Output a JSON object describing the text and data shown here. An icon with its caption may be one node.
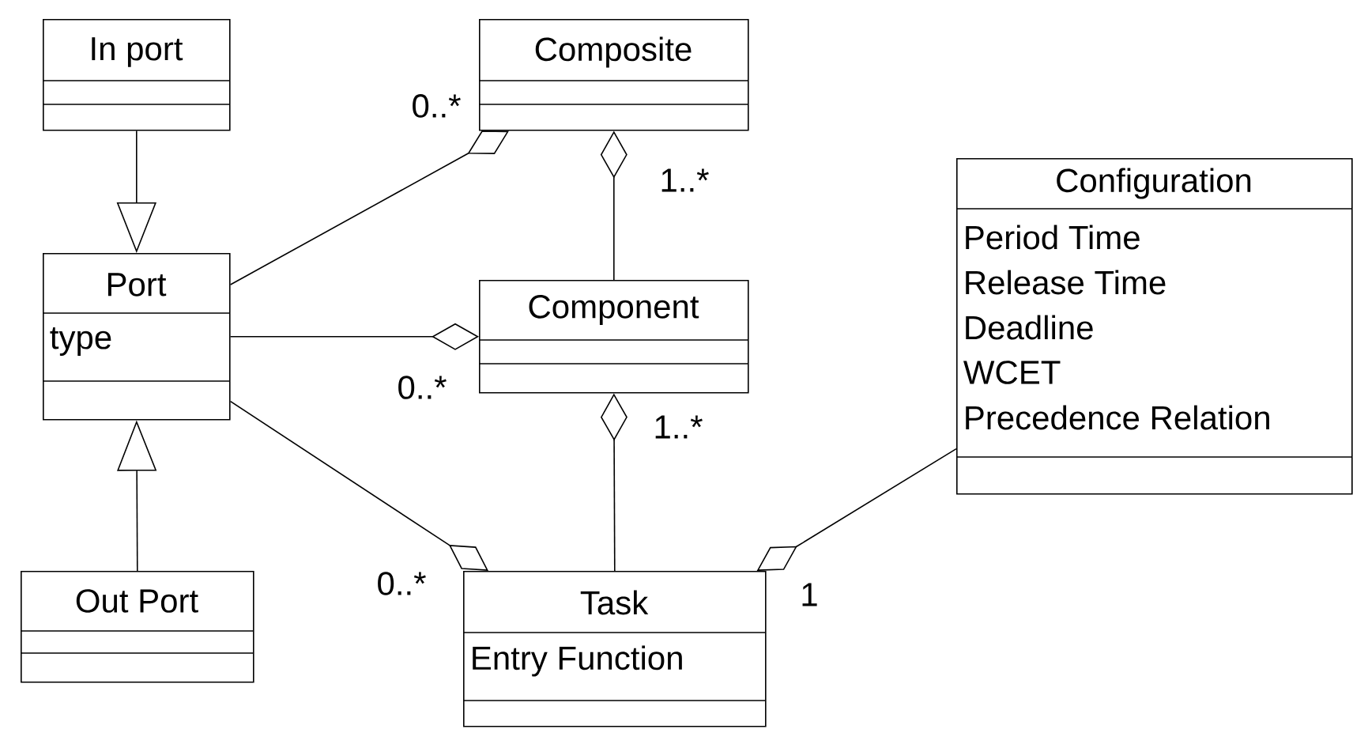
{
  "diagram": {
    "nodes": [
      {
        "text": [
          "In port"
        ]
      },
      {
        "text": [
          "Composite"
        ]
      },
      {
        "text": [
          "Configuration",
          "Period Time",
          "Release Time",
          "Deadline",
          "WCET",
          "Precedence Relation"
        ]
      },
      {
        "text": [
          "Port",
          "type"
        ]
      },
      {
        "text": [
          "Component"
        ]
      },
      {
        "text": [
          "Out Port"
        ]
      },
      {
        "text": [
          "Task",
          "Entry Function"
        ]
      }
    ],
    "edges": [
      {
        "from": 5,
        "to": 3,
        "arrow": "to"
      },
      {
        "from": 0,
        "to": 3,
        "arrow": "to"
      },
      {
        "from": 3,
        "to": 1,
        "arrow": "other",
        "label": "0..*"
      },
      {
        "from": 4,
        "to": 1,
        "arrow": "other",
        "label": "1..*"
      },
      {
        "from": 3,
        "to": 4,
        "arrow": "other",
        "label": "0..*"
      },
      {
        "from": 3,
        "to": 6,
        "arrow": "other",
        "label": "0..*"
      },
      {
        "from": 6,
        "to": 4,
        "arrow": "other",
        "label": "1..*"
      },
      {
        "from": 2,
        "to": 6,
        "arrow": "other",
        "label": "1"
      }
    ]
  }
}
